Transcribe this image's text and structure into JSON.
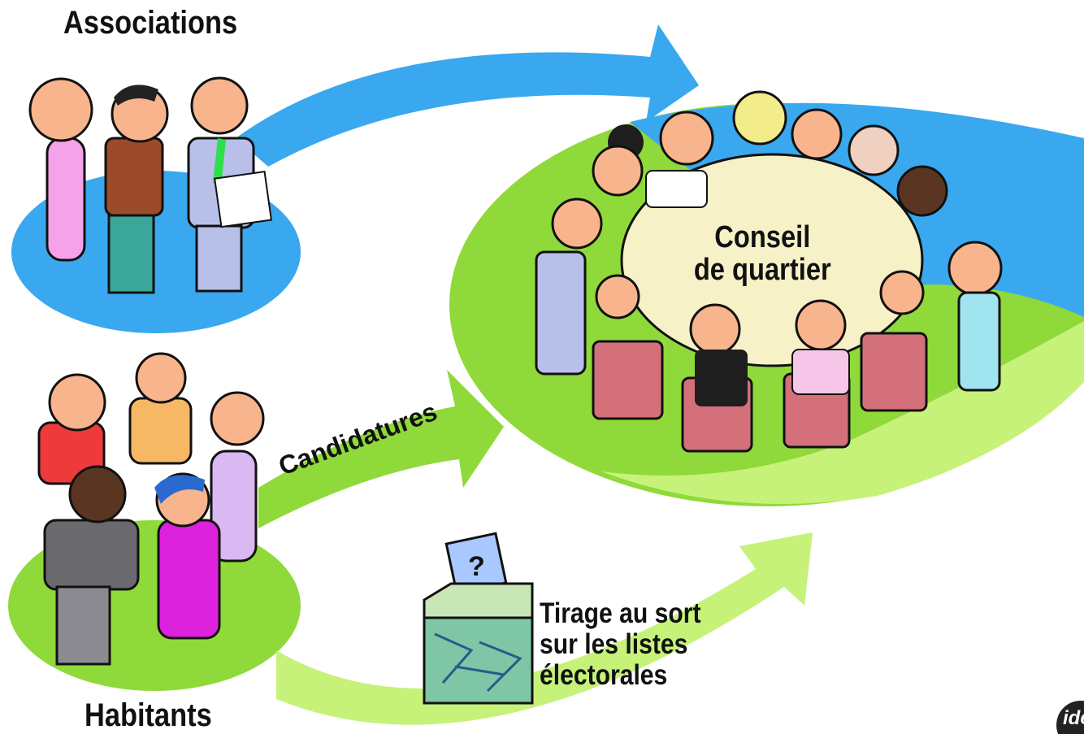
{
  "labels": {
    "associations": "Associations",
    "habitants": "Habitants",
    "candidatures_top": "Candidatures",
    "candidatures_mid": "Candidatures",
    "conseil_line1": "Conseil",
    "conseil_line2": "de quartier",
    "tirage_line1": "Tirage au sort",
    "tirage_line2": "sur les listes",
    "tirage_line3": "électorales",
    "ballot_mark": "?",
    "logo": "idé"
  },
  "colors": {
    "blue": "#3aa8ee",
    "green": "#8fd93a",
    "light_green": "#c6f27a",
    "table": "#f7f1c8",
    "chair": "#d4707a"
  }
}
